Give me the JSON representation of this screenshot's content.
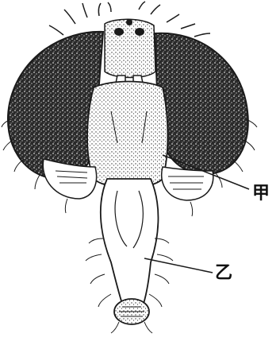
{
  "illustration": {
    "subject": "fly-head-frontal-view-engraving",
    "ink_color": "#1a1a1a",
    "paper_color": "#ffffff"
  },
  "labels": {
    "jia": "甲",
    "yi": "乙"
  }
}
